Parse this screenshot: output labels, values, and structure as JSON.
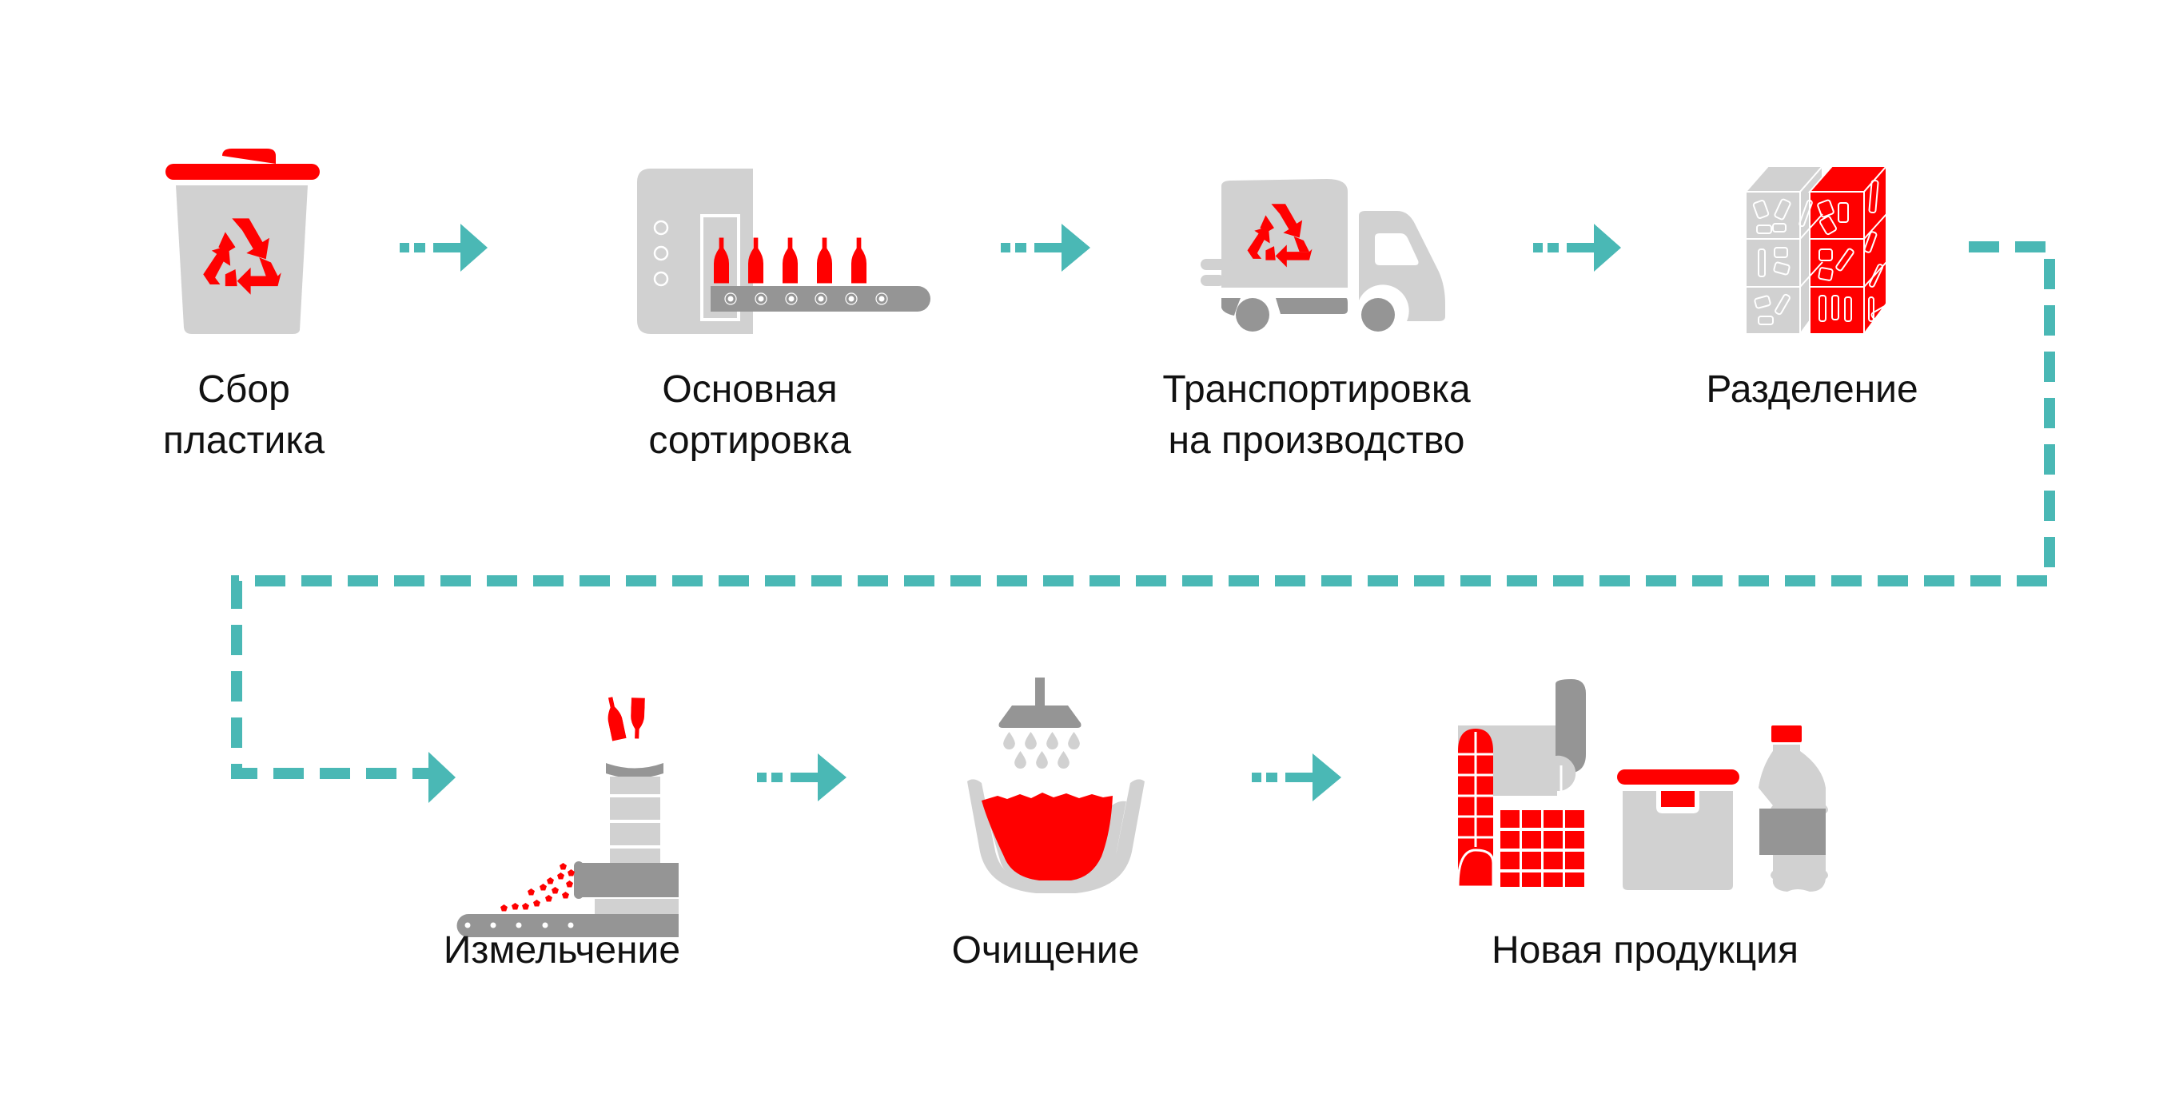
{
  "title": "Plastic recycling process",
  "colors": {
    "accent_red": "#ff0000",
    "arrow_teal": "#4ab8b5",
    "light_gray": "#d1d1d1",
    "dark_gray": "#959595",
    "text": "#111111"
  },
  "steps": [
    {
      "id": "collection",
      "icon": "trash-bin-recycle-icon",
      "lines": [
        "Сбор",
        "пластика"
      ]
    },
    {
      "id": "primary-sorting",
      "icon": "conveyor-bottles-icon",
      "lines": [
        "Основная",
        "сортировка"
      ]
    },
    {
      "id": "transport",
      "icon": "truck-recycle-icon",
      "lines": [
        "Транспортировка",
        "на производство"
      ]
    },
    {
      "id": "separation",
      "icon": "bale-cubes-icon",
      "lines": [
        "Разделение"
      ]
    },
    {
      "id": "shredding",
      "icon": "shredder-icon",
      "lines": [
        "Измельчение"
      ]
    },
    {
      "id": "cleaning",
      "icon": "wash-basin-icon",
      "lines": [
        "Очищение"
      ]
    },
    {
      "id": "new-products",
      "icon": "new-products-icon",
      "lines": [
        "Новая продукция"
      ]
    }
  ],
  "flow": [
    "collection",
    "primary-sorting",
    "transport",
    "separation",
    "shredding",
    "cleaning",
    "new-products"
  ]
}
